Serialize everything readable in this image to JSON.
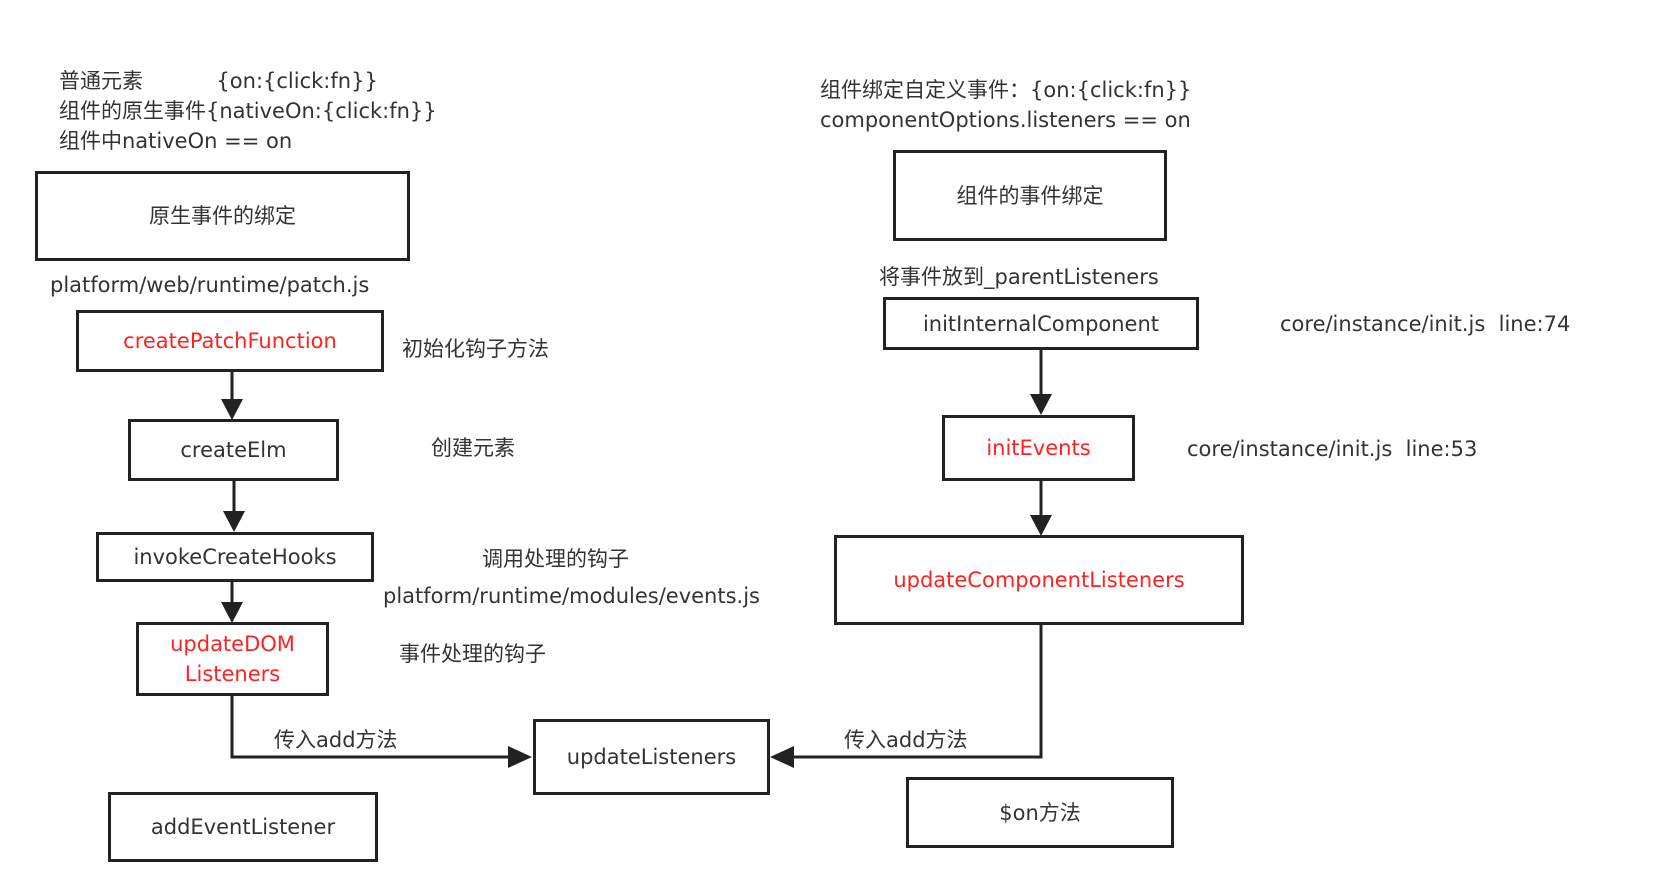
{
  "colors": {
    "line": "#222222",
    "text": "#333333",
    "highlight": "#ff2222"
  },
  "notes": {
    "native_header": "普通元素           {on:{click:fn}}\n组件的原生事件{nativeOn:{click:fn}}\n组件中nativeOn == on",
    "component_header": "组件绑定自定义事件：{on:{click:fn}}\ncomponentOptions.listeners == on",
    "patch_path": "platform/web/runtime/patch.js",
    "init_hook": "初始化钩子方法",
    "create_element": "创建元素",
    "invoke_hooks": "调用处理的钩子",
    "events_path": "platform/runtime/modules/events.js",
    "event_hook": "事件处理的钩子",
    "pass_add_left": "传入add方法",
    "pass_add_right": "传入add方法",
    "parent_listeners": "将事件放到_parentListeners",
    "init_js_74": "core/instance/init.js  line:74",
    "init_js_53": "core/instance/init.js  line:53"
  },
  "boxes": {
    "native_binding": "原生事件的绑定",
    "create_patch_function": "createPatchFunction",
    "create_elm": "createElm",
    "invoke_create_hooks": "invokeCreateHooks",
    "update_dom_listeners": "updateDOM\nListeners",
    "add_event_listener": "addEventListener",
    "update_listeners": "updateListeners",
    "component_binding": "组件的事件绑定",
    "init_internal_component": "initInternalComponent",
    "init_events": "initEvents",
    "update_component_listeners": "updateComponentListeners",
    "on_method": "$on方法"
  }
}
